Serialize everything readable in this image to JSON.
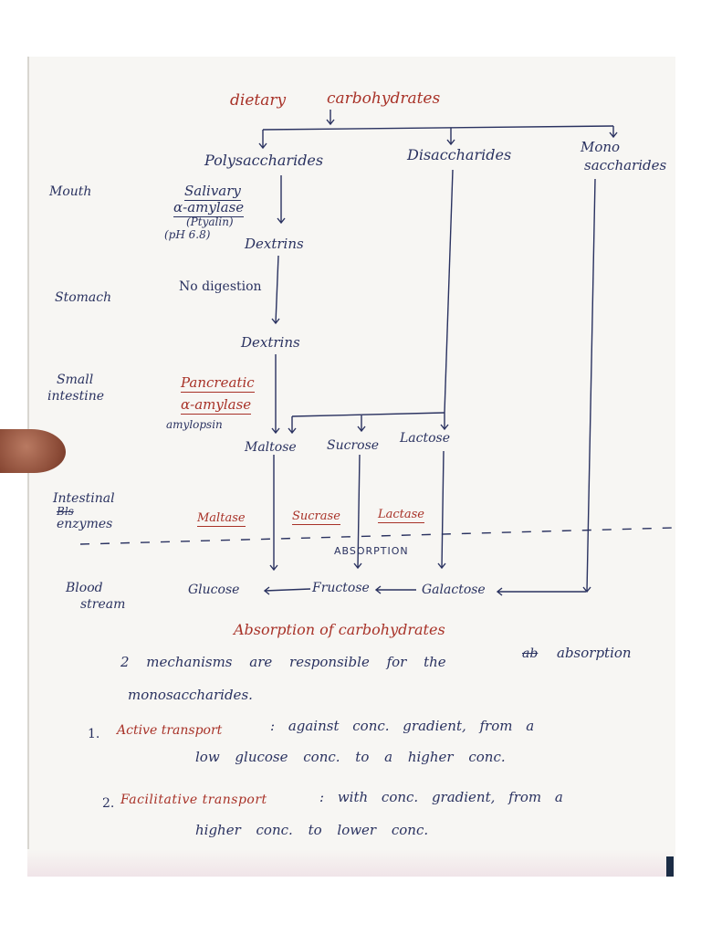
{
  "flow": {
    "title_dietary": "dietary",
    "title_carbohydrates": "carbohydrates",
    "polysaccharides": "Polysaccharides",
    "disaccharides": "Disaccharides",
    "monosaccharides_1": "Mono",
    "monosaccharides_2": "saccharides",
    "salivary_1": "Salivary",
    "salivary_2": "α-amylase",
    "ptyalin": "(Ptyalin)",
    "ph": "(pH 6.8)",
    "dextrins_1": "Dextrins",
    "no_digestion": "No digestion",
    "dextrins_2": "Dextrins",
    "pancreatic_1": "Pancreatic",
    "pancreatic_2": "α-amylase",
    "amylopsin": "amylopsin",
    "maltose": "Maltose",
    "sucrose": "Sucrose",
    "lactose": "Lactose",
    "maltase": "Maltase",
    "sucrase": "Sucrase",
    "lactase": "Lactase",
    "absorption": "ABSORPTION",
    "glucose": "Glucose",
    "fructose": "Fructose",
    "galactose": "Galactose"
  },
  "regions": {
    "mouth": "Mouth",
    "stomach": "Stomach",
    "small_intestine_1": "Small",
    "small_intestine_2": "intestine",
    "intestinal_enzymes_1": "Intestinal",
    "intestinal_enzymes_struck": "Bls",
    "intestinal_enzymes_2": "enzymes",
    "blood_1": "Blood",
    "blood_2": "stream"
  },
  "notes": {
    "heading": "Absorption of carbohydrates",
    "intro_1": "2 mechanisms are responsible for the",
    "intro_struck": "ab",
    "intro_2": "absorption",
    "intro_3": "monosaccharides.",
    "item1_num": "1.",
    "item1_term": "Active transport",
    "item1_text_1": ": against conc. gradient, from a",
    "item1_text_2": "low glucose conc. to a higher conc.",
    "item2_num": "2.",
    "item2_term": "Facilitative transport",
    "item2_text_1": ": with conc. gradient, from a",
    "item2_text_2": "higher conc. to lower conc."
  },
  "colors": {
    "ink_blue": "#2a3260",
    "ink_red": "#a83228",
    "paper": "#f7f6f3"
  }
}
